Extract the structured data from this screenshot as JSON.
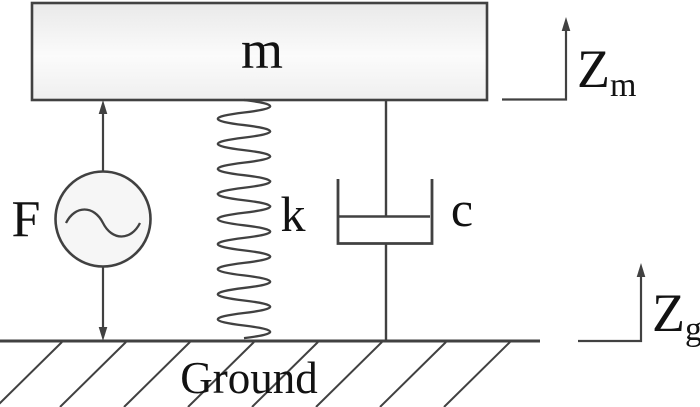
{
  "labels": {
    "mass": "m",
    "force_source": "F",
    "spring": "k",
    "damper": "c",
    "ground": "Ground",
    "mass_axis": {
      "base": "Z",
      "sub": "m"
    },
    "ground_axis": {
      "base": "Z",
      "sub": "g"
    }
  },
  "colors": {
    "background": "#ffffff",
    "line": "#414141",
    "text": "#121212",
    "mass_fill_top": "#e9e9e9",
    "mass_fill_mid": "#fbfbfb",
    "mass_fill_bottom": "#efefef",
    "source_fill": "#f6f6f6"
  }
}
